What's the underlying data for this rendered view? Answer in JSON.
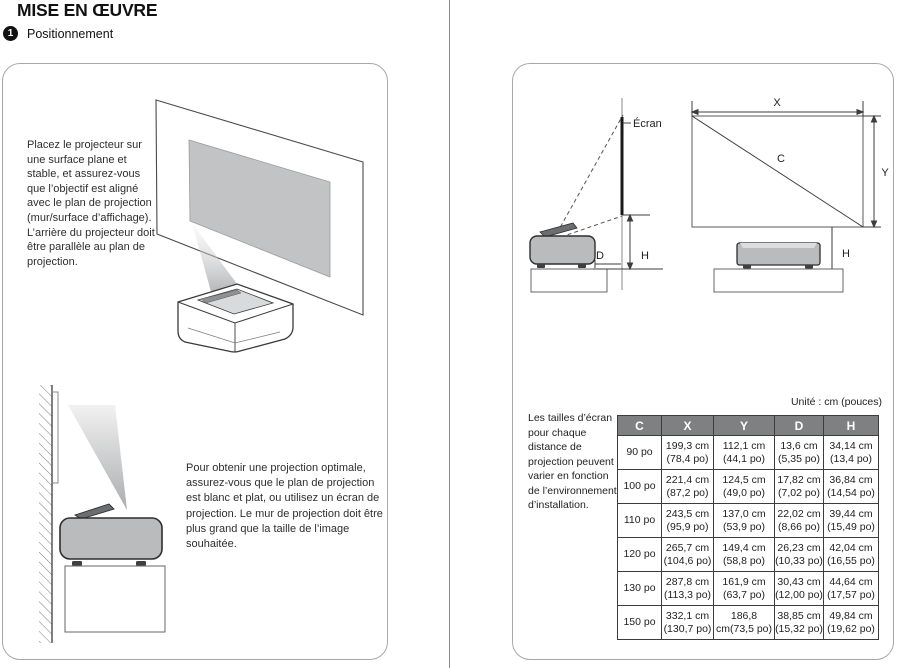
{
  "header": {
    "title": "MISE EN ŒUVRE",
    "step_number": "1",
    "step_label": "Positionnement"
  },
  "left_panel": {
    "paragraph_top": "Placez le projecteur sur une surface plane et stable, et assurez-vous que l’objectif est aligné avec le plan de projection (mur/surface d’affichage). L’arrière du projecteur doit être parallèle au plan de projection.",
    "paragraph_bottom": "Pour obtenir une projection optimale, assurez-vous que le plan de projection est blanc et plat, ou utilisez un écran de projection. Le mur de projection doit être plus grand que la taille de l’image souhaitée."
  },
  "right_panel": {
    "side_view": {
      "screen_label": "Écran",
      "d_label": "D",
      "h_label": "H"
    },
    "front_view": {
      "x_label": "X",
      "y_label": "Y",
      "c_label": "C",
      "h_label": "H"
    },
    "unit_note": "Unité : cm (pouces)",
    "table_note": "Les tailles d’écran pour chaque distance de projection peuvent varier en fonction de l’environnement d’installation.",
    "table": {
      "headers": [
        "C",
        "X",
        "Y",
        "D",
        "H"
      ],
      "rows": [
        {
          "c": "90 po",
          "x": [
            "199,3 cm",
            "(78,4 po)"
          ],
          "y": [
            "112,1 cm",
            "(44,1 po)"
          ],
          "d": [
            "13,6 cm",
            "(5,35 po)"
          ],
          "h": [
            "34,14 cm",
            "(13,4 po)"
          ]
        },
        {
          "c": "100 po",
          "x": [
            "221,4 cm",
            "(87,2 po)"
          ],
          "y": [
            "124,5 cm",
            "(49,0 po)"
          ],
          "d": [
            "17,82 cm",
            "(7,02 po)"
          ],
          "h": [
            "36,84 cm",
            "(14,54 po)"
          ]
        },
        {
          "c": "110 po",
          "x": [
            "243,5 cm",
            "(95,9 po)"
          ],
          "y": [
            "137,0 cm",
            "(53,9 po)"
          ],
          "d": [
            "22,02 cm",
            "(8,66 po)"
          ],
          "h": [
            "39,44 cm",
            "(15,49 po)"
          ]
        },
        {
          "c": "120 po",
          "x": [
            "265,7 cm",
            "(104,6 po)"
          ],
          "y": [
            "149,4 cm",
            "(58,8 po)"
          ],
          "d": [
            "26,23 cm",
            "(10,33 po)"
          ],
          "h": [
            "42,04 cm",
            "(16,55 po)"
          ]
        },
        {
          "c": "130 po",
          "x": [
            "287,8 cm",
            "(113,3 po)"
          ],
          "y": [
            "161,9 cm",
            "(63,7 po)"
          ],
          "d": [
            "30,43 cm",
            "(12,00 po)"
          ],
          "h": [
            "44,64 cm",
            "(17,57 po)"
          ]
        },
        {
          "c": "150 po",
          "x": [
            "332,1 cm",
            "(130,7 po)"
          ],
          "y": [
            "186,8",
            "cm(73,5 po)"
          ],
          "d": [
            "38,85 cm",
            "(15,32 po)"
          ],
          "h": [
            "49,84 cm",
            "(19,62 po)"
          ]
        }
      ]
    }
  },
  "colors": {
    "table_header_bg": "#7e8082",
    "projected_screen_fill": "#c2c3c5",
    "projector_fill": "#b9bbbd",
    "screen_bar": "#1a1a1a",
    "line": "#3c3c3c"
  }
}
